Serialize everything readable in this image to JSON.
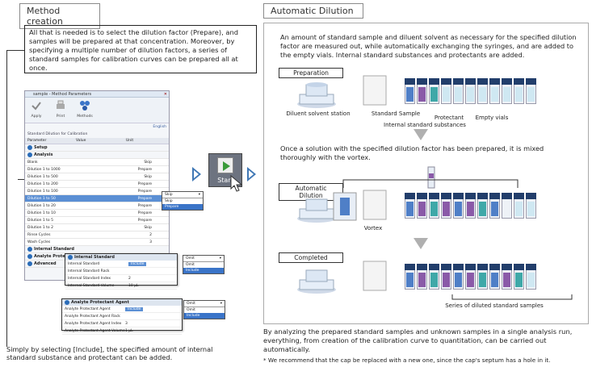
{
  "left_section": {
    "tab_label": "Method creation",
    "intro": "All that is needed is to select the dilution factor (Prepare), and samples will be prepared at that concentration. Moreover, by specifying a multiple number of dilution factors, a series of standard samples for calibration curves can be prepared all at once.",
    "caption": "Simply by selecting [Include], the specified amount of internal standard substance and protectant can be added."
  },
  "window": {
    "title": "sample - Method Parameters",
    "toolbar": [
      {
        "label": "Apply",
        "icon": "check-icon"
      },
      {
        "label": "Print",
        "icon": "print-icon"
      },
      {
        "label": "Methods",
        "icon": "methods-icon"
      }
    ],
    "lang": "English",
    "subtitle": "Standard Dilution for Calibration",
    "columns": [
      "Parameter",
      "Value",
      "Unit"
    ],
    "groups": {
      "setup": "Setup",
      "analysis": "Analysis",
      "internal_standard": "Internal Standard",
      "analyte_protectant": "Analyte Protectant",
      "advanced": "Advanced"
    },
    "rows": [
      {
        "param": "Blank",
        "value": "Skip"
      },
      {
        "param": "Dilution 1 to 1000",
        "value": "Prepare"
      },
      {
        "param": "Dilution 1 to 500",
        "value": "Skip"
      },
      {
        "param": "Dilution 1 to 200",
        "value": "Prepare"
      },
      {
        "param": "Dilution 1 to 100",
        "value": "Prepare"
      },
      {
        "param": "Dilution 1 to 50",
        "value": "Prepare"
      },
      {
        "param": "Dilution 1 to 20",
        "value": "Prepare"
      },
      {
        "param": "Dilution 1 to 10",
        "value": "Prepare"
      },
      {
        "param": "Dilution 1 to 5",
        "value": "Prepare"
      },
      {
        "param": "Dilution 1 to 2",
        "value": "Skip"
      },
      {
        "param": "Rinse Cycles",
        "value": "2"
      },
      {
        "param": "Wash Cycles",
        "value": "3"
      }
    ],
    "dropdown_main": {
      "current": "Skip",
      "options": [
        "Skip",
        "Prepare"
      ],
      "selected": "Prepare"
    },
    "popup_is": {
      "title": "Internal Standard",
      "rows": [
        {
          "param": "Internal Standard",
          "value": "Include"
        },
        {
          "param": "Internal Standard Rack",
          "value": ""
        },
        {
          "param": "Internal Standard Index",
          "value": "2"
        },
        {
          "param": "Internal Standard Volume",
          "value": "10  µL"
        }
      ],
      "dropdown": {
        "current": "Omit",
        "options": [
          "Omit",
          "Include"
        ],
        "selected": "Include"
      }
    },
    "popup_ap": {
      "title": "Analyte Protectant Agent",
      "rows": [
        {
          "param": "Analyte Protectant Agent",
          "value": "Include"
        },
        {
          "param": "Analyte Protectant Agent Rack",
          "value": ""
        },
        {
          "param": "Analyte Protectant Agent Index",
          "value": "3"
        },
        {
          "param": "Analyte Protectant Agent Volume",
          "value": "1  µL"
        }
      ],
      "dropdown": {
        "current": "Omit",
        "options": [
          "Omit",
          "Include"
        ],
        "selected": "Include"
      }
    }
  },
  "start_button": {
    "label": "Start"
  },
  "right_section": {
    "tab_label": "Automatic Dilution",
    "intro": "An amount of standard sample and diluent solvent as necessary for the specified dilution factor are measured out, while automatically exchanging the syringes, and are added to the empty vials. Internal standard substances and protectants are added.",
    "preparation_label": "Preparation",
    "diluent_label": "Diluent solvent station",
    "standard_label": "Standard Sample",
    "protectant_label": "Protectant",
    "is_label": "Internal standard substances",
    "empty_label": "Empty vials",
    "mix_text": "Once a solution with the specified dilution factor has been prepared, it is mixed thoroughly with the vortex.",
    "auto_dilution_label": "Automatic Dilution",
    "vortex_label": "Vortex",
    "completed_label": "Completed",
    "series_label": "Series of diluted standard samples",
    "footer": "By analyzing the prepared standard samples and unknown samples in a single analysis run, everything, from creation of the calibration curve to quantitation, can be carried out automatically.",
    "footnote": "* We recommend that the cap be replaced with a new one, since the cap's septum has a hole in it."
  },
  "colors": {
    "accent": "#3f77b5",
    "vial_cap": "#223e6b",
    "purple": "#8a5aa8",
    "blue": "#4f7fc7",
    "teal": "#3fa8a8",
    "light": "#cfe8f2"
  }
}
